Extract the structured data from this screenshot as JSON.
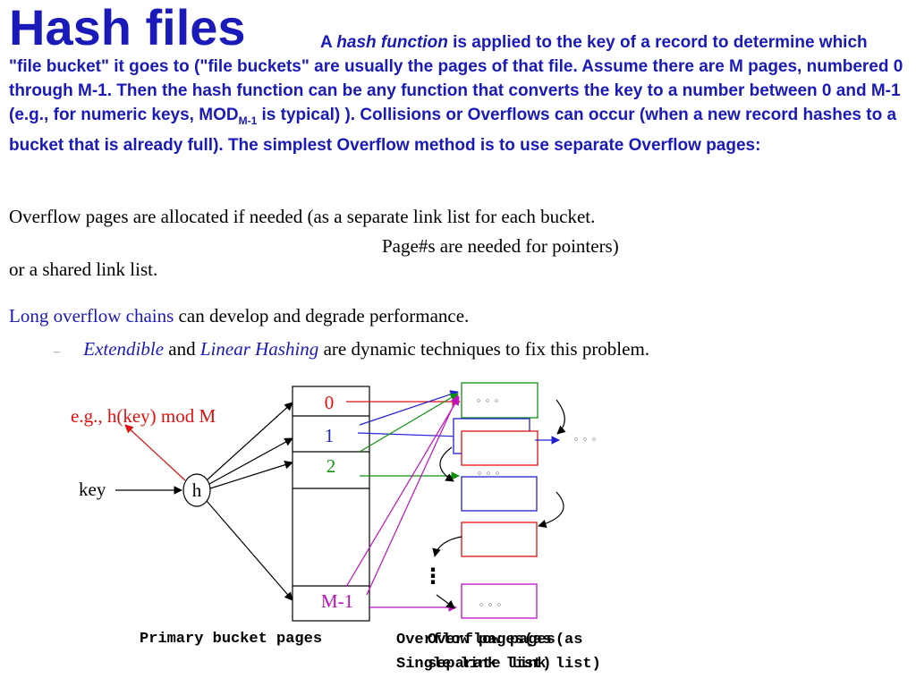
{
  "slide": {
    "title": "Hash files",
    "intro_a": "A ",
    "intro_hash_function": "hash function",
    "intro_b": " is applied to the key of a record to determine which \"file bucket\" it goes to (\"file buckets\" are usually the pages of that file. Assume there are M pages, numbered 0 through M-1.  Then the hash function can be any function that converts the key to a number between 0 and M-1 (e.g., for numeric keys, MOD",
    "intro_sub": "M-1",
    "intro_c": " is typical) ).  Collisions or Overflows can occur (when a new record hashes to a bucket that is already full).  The simplest Overflow method is to use separate Overflow pages:",
    "overflow_line1": "Overflow pages are allocated if needed (as a separate link list for each bucket.",
    "overflow_line2": "Page#s are needed for pointers)",
    "overflow_line3": "or a shared link list.",
    "long_chains_highlight": "Long overflow chains",
    "long_chains_rest": " can develop and degrade performance.",
    "bullet_dash": "–",
    "bullet_extendible": "Extendible",
    "bullet_and": " and ",
    "bullet_linear": "Linear Hashing",
    "bullet_rest": " are dynamic techniques to fix this problem."
  },
  "diagram": {
    "hash_example": "e.g., h(key) mod M",
    "key_label": "key",
    "hash_node": "h",
    "buckets": [
      "0",
      "1",
      "2",
      "M-1"
    ],
    "dots": "◦ ◦ ◦",
    "vdots": "⋮",
    "caption_primary": "Primary bucket pages",
    "caption_overflow_1a": "Overflow pages(as",
    "caption_overflow_1b": "Single link list)",
    "caption_overflow_2a": "Overflow pages(as",
    "caption_overflow_2b": "separate link list)"
  },
  "colors": {
    "blue_text": "#1a1ab8",
    "red": "#e01010",
    "blue": "#2020d0",
    "green": "#109010",
    "magenta": "#c010c0"
  }
}
